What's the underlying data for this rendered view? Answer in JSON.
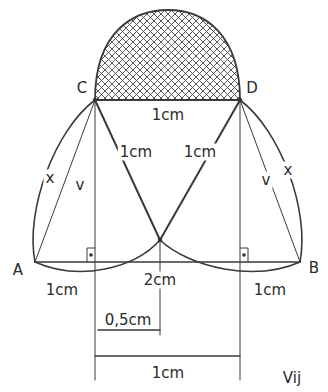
{
  "diagram": {
    "labels": [
      "C",
      "D",
      "1cm",
      "1cm",
      "1cm",
      "x",
      "v",
      "v",
      "x",
      "A",
      "B",
      "1cm",
      "2cm",
      "1cm",
      "0,5cm",
      "1cm",
      "Vij"
    ]
  }
}
